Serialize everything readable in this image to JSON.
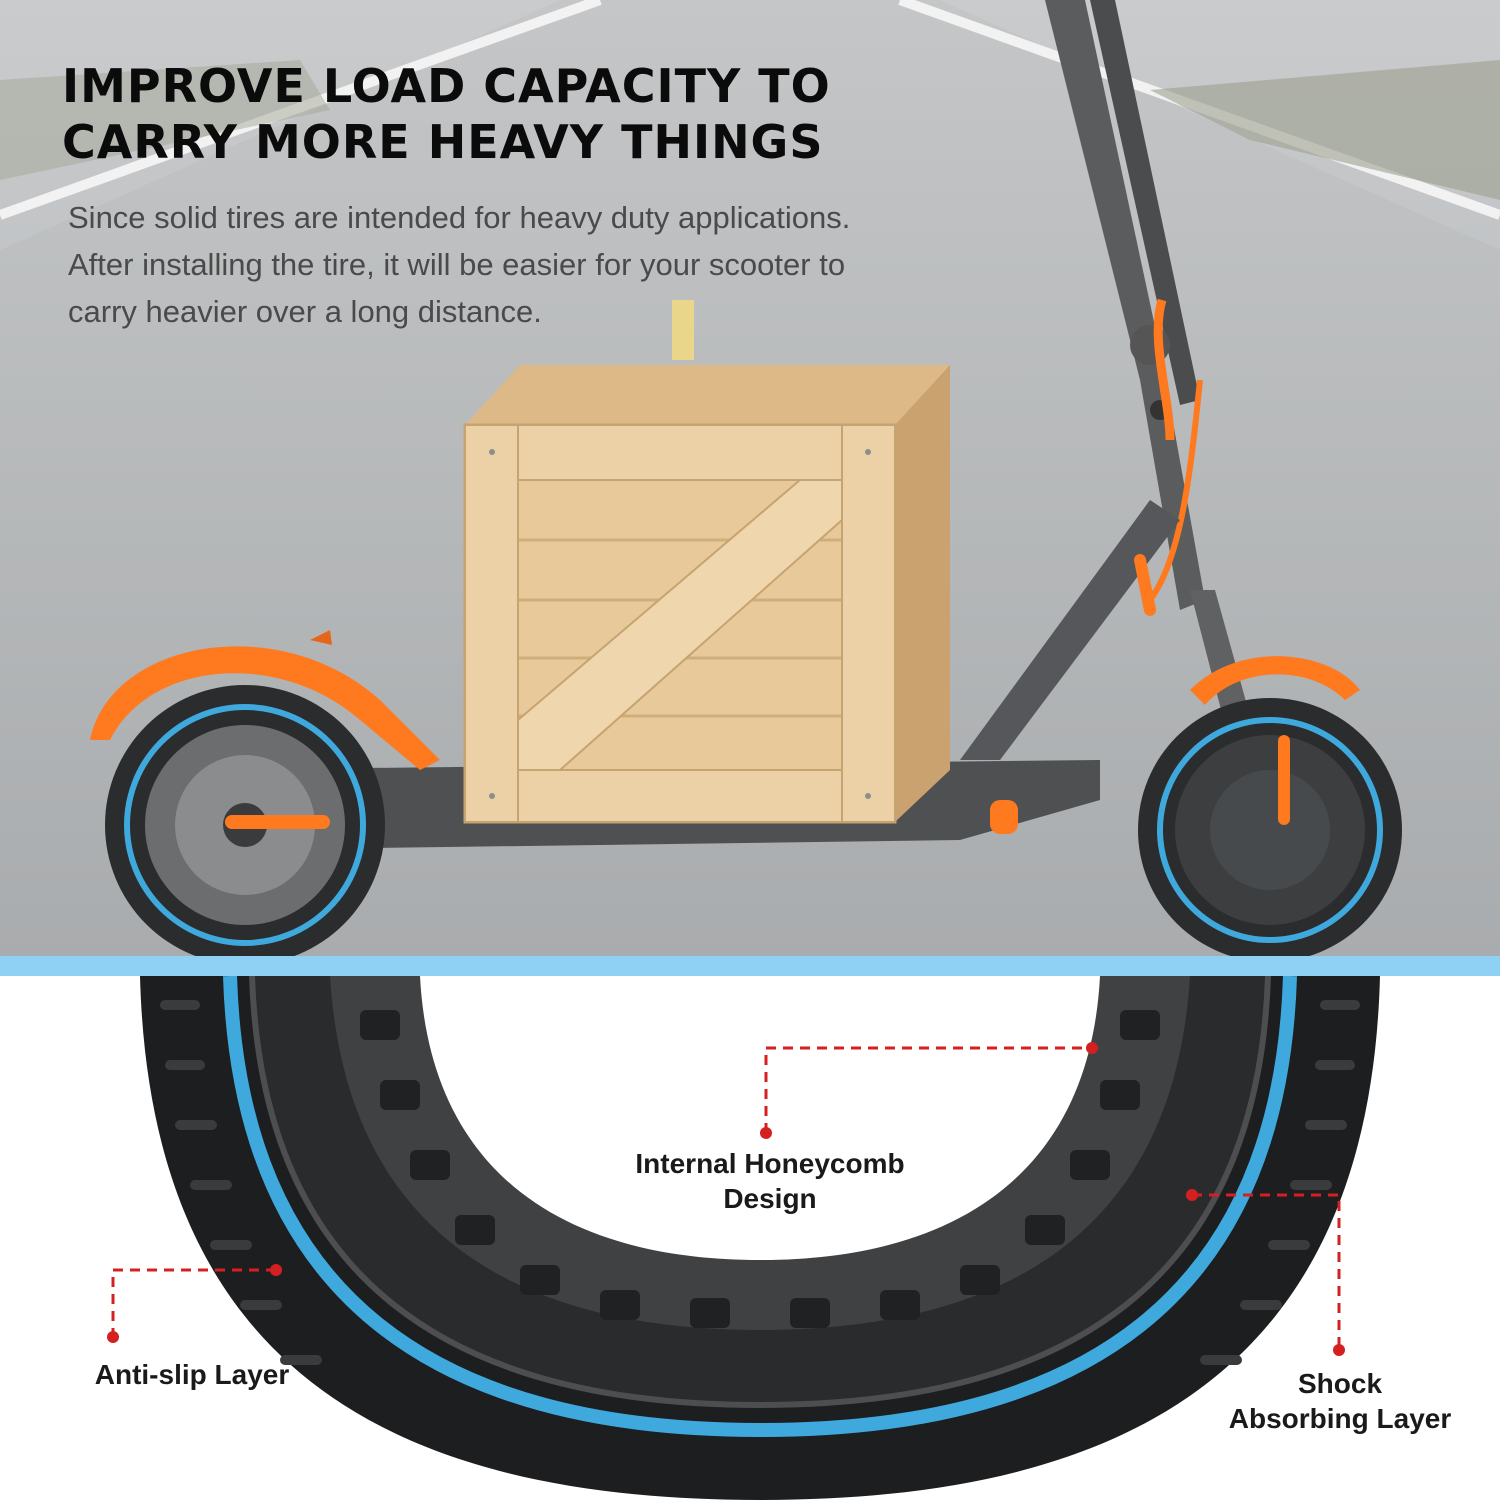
{
  "headline": {
    "line1": "IMPROVE LOAD CAPACITY TO",
    "line2": "CARRY MORE HEAVY THINGS"
  },
  "body": {
    "line1": "Since solid tires are intended for heavy duty applications.",
    "line2": "After installing the tire, it will be easier for your scooter to",
    "line3": "carry heavier over a long distance."
  },
  "callouts": {
    "honeycomb": {
      "line1": "Internal Honeycomb",
      "line2": "Design"
    },
    "antislip": {
      "line1": "Anti-slip Layer"
    },
    "shock": {
      "line1": "Shock",
      "line2": "Absorbing Layer"
    }
  },
  "colors": {
    "road": "#b7b9ba",
    "divider": "#8fd1f5",
    "tire_accent": "#3fa9dd",
    "scooter_body": "#5a5c5e",
    "scooter_orange": "#ff7a1f",
    "crate_wood": "#e7c99a",
    "callout_red": "#d42020"
  },
  "icons": [
    "electric-scooter-illustration",
    "wooden-crate-illustration",
    "honeycomb-solid-tire-illustration"
  ]
}
